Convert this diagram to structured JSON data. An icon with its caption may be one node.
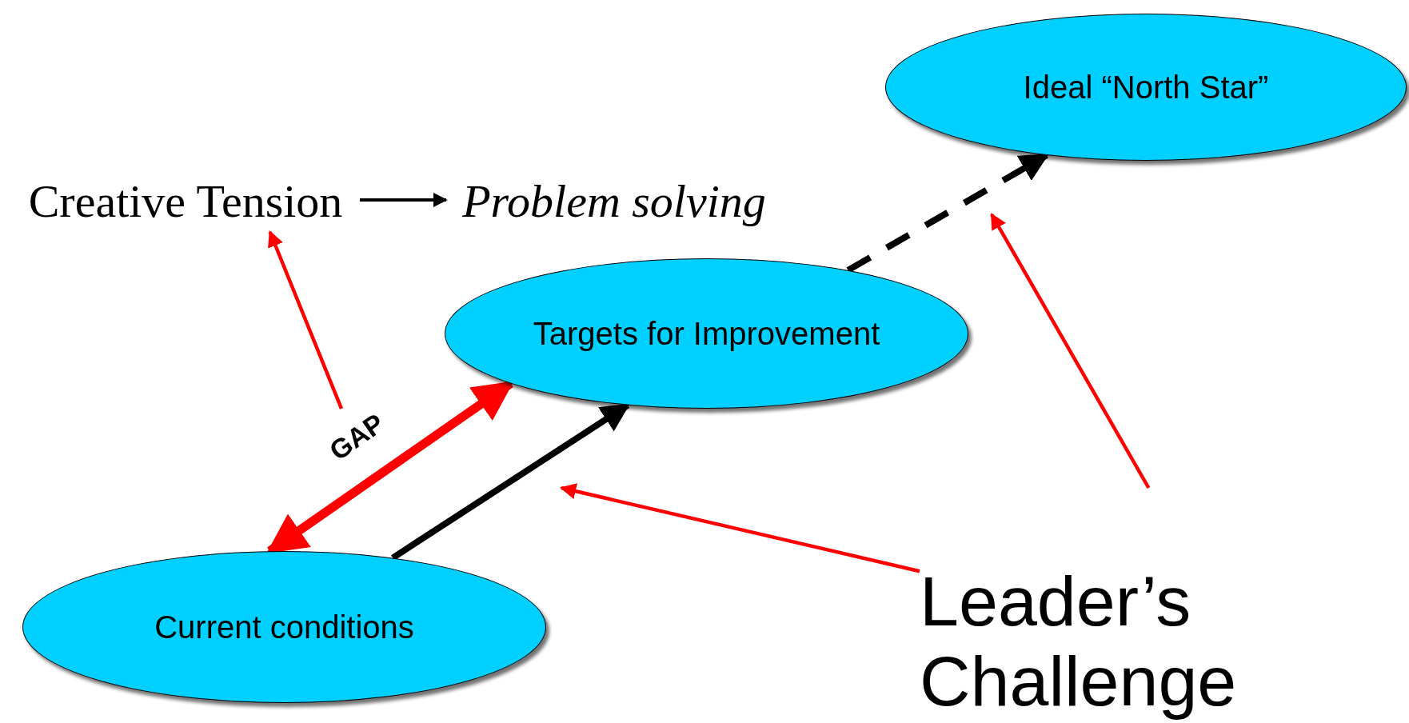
{
  "diagram": {
    "nodes": [
      {
        "text": [
          "Ideal “North Star”"
        ]
      },
      {
        "text": [
          "Creative Tension"
        ]
      },
      {
        "text": [
          "Problem solving"
        ]
      },
      {
        "text": [
          "Targets for Improvement"
        ]
      },
      {
        "text": [
          "Current conditions"
        ]
      },
      {
        "text": [
          "Leader’s Challenge"
        ]
      }
    ],
    "edges": [
      {
        "from": 1,
        "to": 2,
        "arrow": "to",
        "color": "#000000"
      },
      {
        "from": 4,
        "to": 3,
        "arrow": "both",
        "label": "GAP",
        "style": "thick"
      },
      {
        "from": 4,
        "to": 3,
        "arrow": "to",
        "color": "#000000"
      },
      {
        "from": 3,
        "to": 0,
        "arrow": "to",
        "style": "dashed",
        "color": "#000000"
      },
      {
        "from": null,
        "to": 1,
        "arrow": "to"
      },
      {
        "from": 5,
        "to": null,
        "arrow": "to"
      },
      {
        "from": 5,
        "to": null,
        "arrow": "to"
      }
    ]
  }
}
